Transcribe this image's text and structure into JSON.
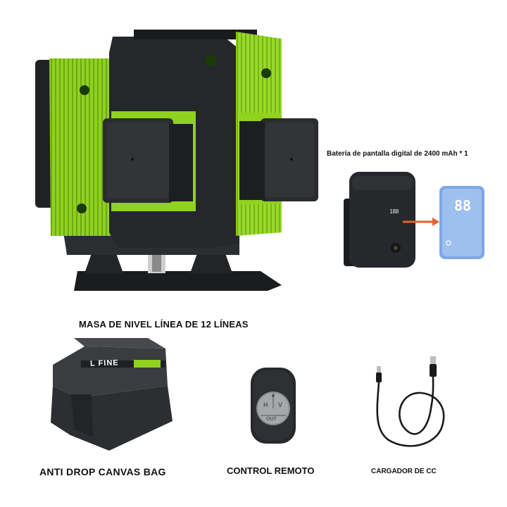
{
  "captions": {
    "main_product": "MASA DE NIVEL LÍNEA DE 12 LÍNEAS",
    "battery": "Batería de pantalla digital de 2400 mAh * 1",
    "bag": "ANTI DROP CANVAS BAG",
    "remote": "CONTROL REMOTO",
    "charger": "CARGADOR DE CC"
  },
  "battery_display": "188",
  "screen_display": "88",
  "bag_logo": "L FINE",
  "remote_buttons": {
    "h": "H",
    "v": "V",
    "out": "OUT"
  },
  "colors": {
    "lime": "#8fd21f",
    "dark": "#1e2022",
    "arrow": "#e8602c",
    "screen": "#8fb6ea"
  }
}
